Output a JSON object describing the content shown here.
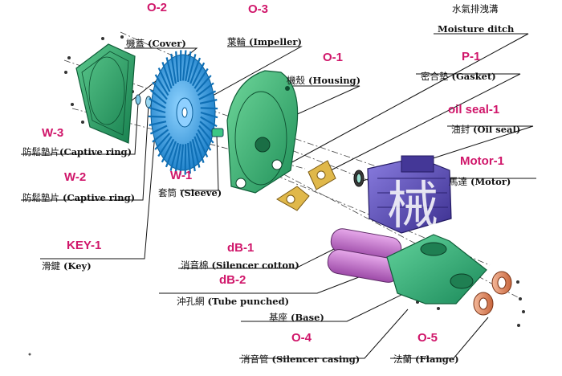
{
  "parts": [
    {
      "id": "cover",
      "code": "O-2",
      "zh": "機蓋",
      "en": "(Cover)"
    },
    {
      "id": "impeller",
      "code": "O-3",
      "zh": "葉輪",
      "en": "(Impeller)"
    },
    {
      "id": "housing",
      "code": "O-1",
      "zh": "機殼",
      "en": "(Housing)"
    },
    {
      "id": "moisture",
      "code": "",
      "zh": "水氣排洩溝",
      "en": "Moisture ditch"
    },
    {
      "id": "gasket",
      "code": "P-1",
      "zh": "密合墊",
      "en": "(Gasket)"
    },
    {
      "id": "oilseal",
      "code": "oil seal-1",
      "zh": "油封",
      "en": "(Oil seal)"
    },
    {
      "id": "motor",
      "code": "Motor-1",
      "zh": "馬達",
      "en": "(Motor)"
    },
    {
      "id": "w3",
      "code": "W-3",
      "zh": "防鬆墊片",
      "en": "(Captive ring)"
    },
    {
      "id": "w2",
      "code": "W-2",
      "zh": "防鬆墊片",
      "en": "(Captive ring)"
    },
    {
      "id": "w1",
      "code": "W-1",
      "zh": "套筒",
      "en": "(Sleeve)"
    },
    {
      "id": "key1",
      "code": "KEY-1",
      "zh": "滑鍵",
      "en": "(Key)"
    },
    {
      "id": "db1",
      "code": "dB-1",
      "zh": "消音棉",
      "en": "(Silencer cotton)"
    },
    {
      "id": "db2",
      "code": "dB-2",
      "zh": "沖孔網",
      "en": "(Tube punched)"
    },
    {
      "id": "base",
      "code": "",
      "zh": "基座",
      "en": "(Base)"
    },
    {
      "id": "o4",
      "code": "O-4",
      "zh": "消音管",
      "en": "(Silencer casing)"
    },
    {
      "id": "o5",
      "code": "O-5",
      "zh": "法蘭",
      "en": "(Flange)"
    }
  ],
  "watermark": "械",
  "colors": {
    "label_code": "#d0166a",
    "cover": "#29a36a",
    "impeller": "#2a9fe0",
    "housing": "#2fb36e",
    "gasket": "#e0b84a",
    "motor": "#5e4fb8",
    "silencer": "#c468c8",
    "base": "#2fae78",
    "flange": "#e08a5e"
  }
}
